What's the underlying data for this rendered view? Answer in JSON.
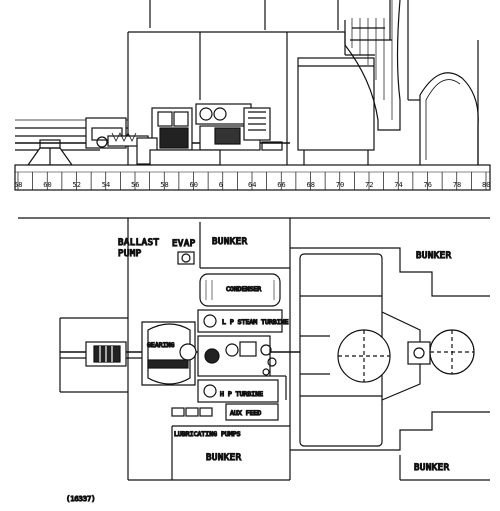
{
  "frame_numbers": [
    "58",
    "60",
    "52",
    "54",
    "56",
    "58",
    "60",
    "6",
    "64",
    "66",
    "68",
    "70",
    "72",
    "74",
    "76",
    "78",
    "80"
  ],
  "plan_labels": {
    "ballast_pump": [
      "BALLAST",
      "PUMP"
    ],
    "evap": "EVAP",
    "bunker_top_center": "BUNKER",
    "bunker_top_right": "BUNKER",
    "bunker_bottom_center": "BUNKER",
    "bunker_bottom_right": "BUNKER",
    "condenser": "CONDENSER",
    "lp_turbine": "L P STEAM TURBINE",
    "gearing": "GEARING",
    "hp_turbine": "H P TURBINE",
    "aux_feed": "AUX FEED",
    "lubricating_pumps": "LUBRICATING PUMPS"
  },
  "figure_ref": "(16337)"
}
